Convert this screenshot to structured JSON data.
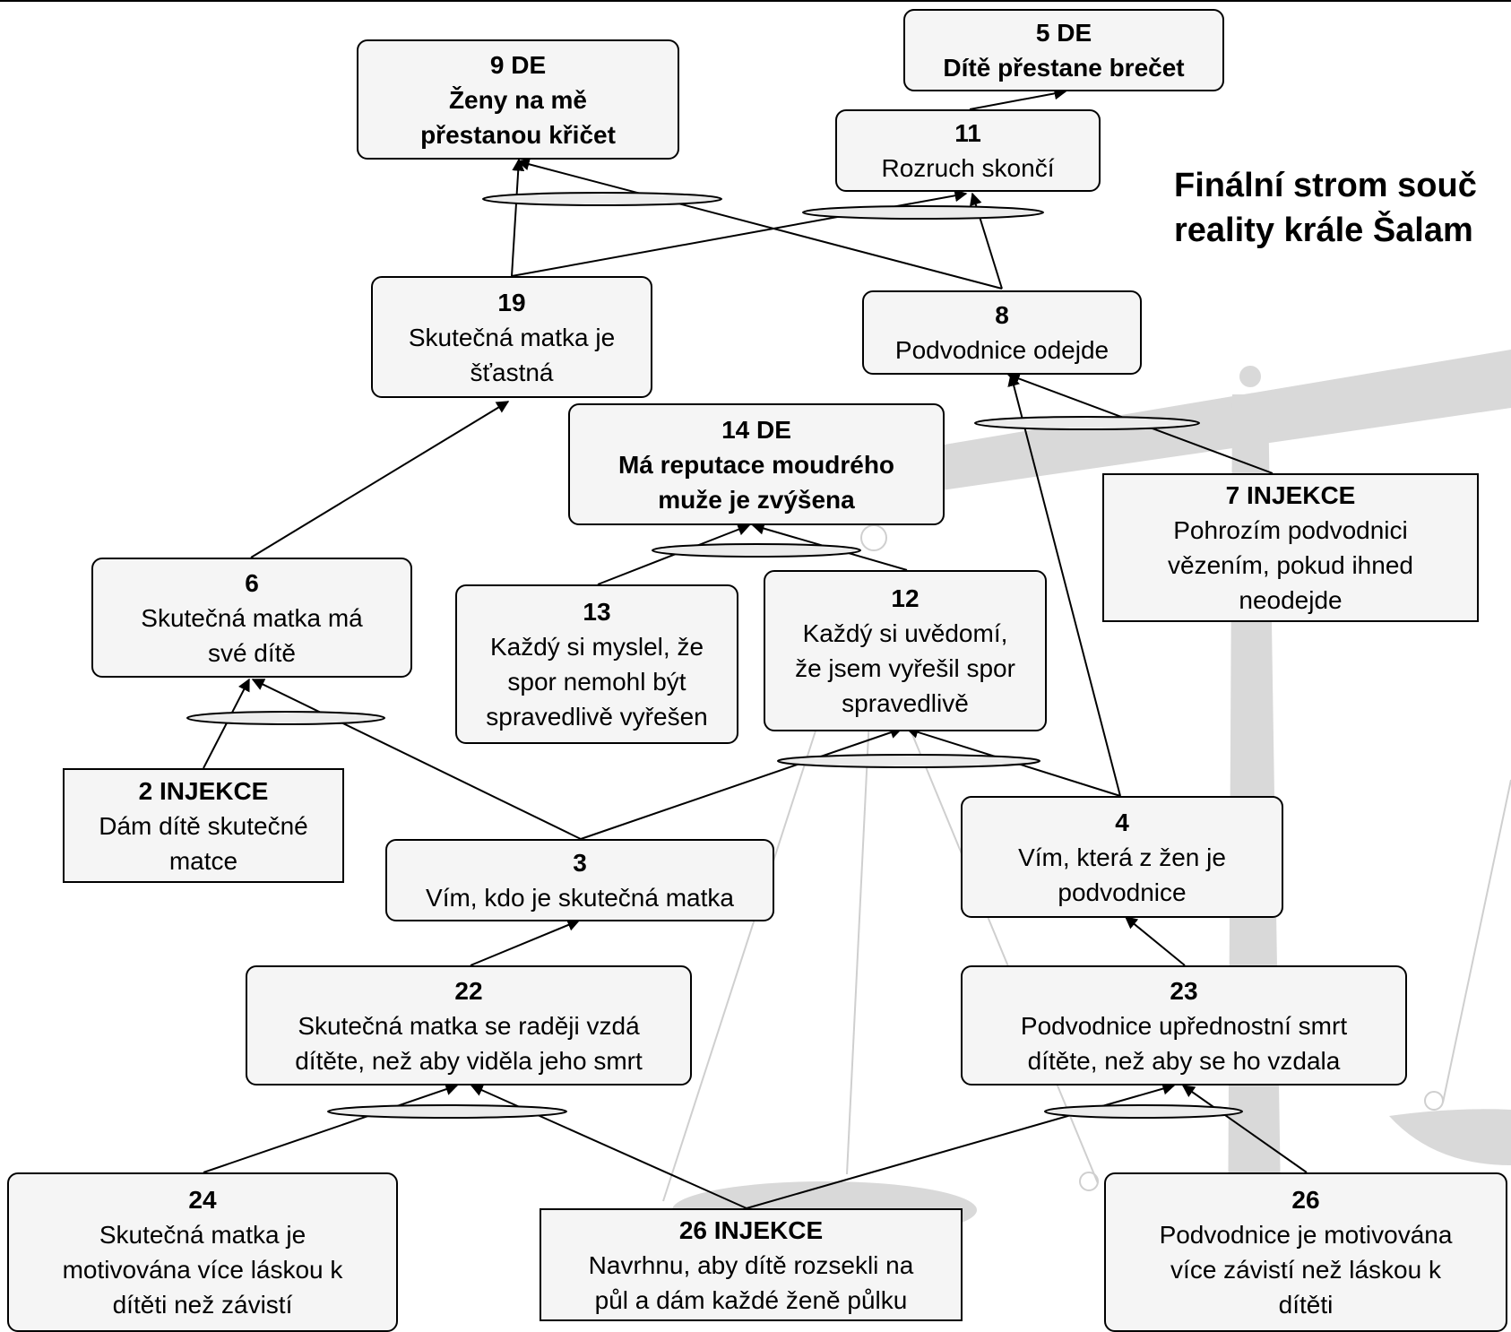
{
  "title": "Finální strom souč\nreality krále Šalam",
  "nodes": {
    "n9": {
      "number": "9 DE",
      "text": "Ženy na mě\npřestanou křičet"
    },
    "n5": {
      "number": "5 DE",
      "text": "Dítě přestane brečet"
    },
    "n11": {
      "number": "11",
      "text": "Rozruch skončí"
    },
    "n19": {
      "number": "19",
      "text": "Skutečná matka je\nšťastná"
    },
    "n8": {
      "number": "8",
      "text": "Podvodnice odejde"
    },
    "n14": {
      "number": "14 DE",
      "text": "Má reputace moudrého\nmuže je zvýšena"
    },
    "n7": {
      "number": "7 INJEKCE",
      "text": "Pohrozím podvodnici\nvězením, pokud ihned\nneodejde"
    },
    "n6": {
      "number": "6",
      "text": "Skutečná matka má\nsvé dítě"
    },
    "n13": {
      "number": "13",
      "text": "Každý si myslel, že\nspor nemohl být\nspravedlivě vyřešen"
    },
    "n12": {
      "number": "12",
      "text": "Každý si uvědomí,\nže jsem vyřešil spor\nspravedlivě"
    },
    "n2": {
      "number": "2 INJEKCE",
      "text": "Dám dítě skutečné\nmatce"
    },
    "n3": {
      "number": "3",
      "text": "Vím, kdo je skutečná matka"
    },
    "n4": {
      "number": "4",
      "text": "Vím, která z žen je\npodvodnice"
    },
    "n22": {
      "number": "22",
      "text": "Skutečná matka se raději vzdá\ndítěte, než aby viděla jeho smrt"
    },
    "n23": {
      "number": "23",
      "text": "Podvodnice upřednostní smrt\ndítěte, než aby se ho vzdala"
    },
    "n24": {
      "number": "24",
      "text": "Skutečná matka je\nmotivována více láskou k\ndítěti než závistí"
    },
    "n26inj": {
      "number": "26 INJEKCE",
      "text": "Navrhnu, aby dítě rozsekli na\npůl a dám každé ženě půlku"
    },
    "n26": {
      "number": "26",
      "text": "Podvodnice je motivována\nvíce závistí než láskou k\ndítěti"
    }
  },
  "colors": {
    "box_fill": "#f5f5f5",
    "ellipse_fill": "#ececec",
    "scale_art": "#d9d9d9",
    "line": "#000000"
  }
}
